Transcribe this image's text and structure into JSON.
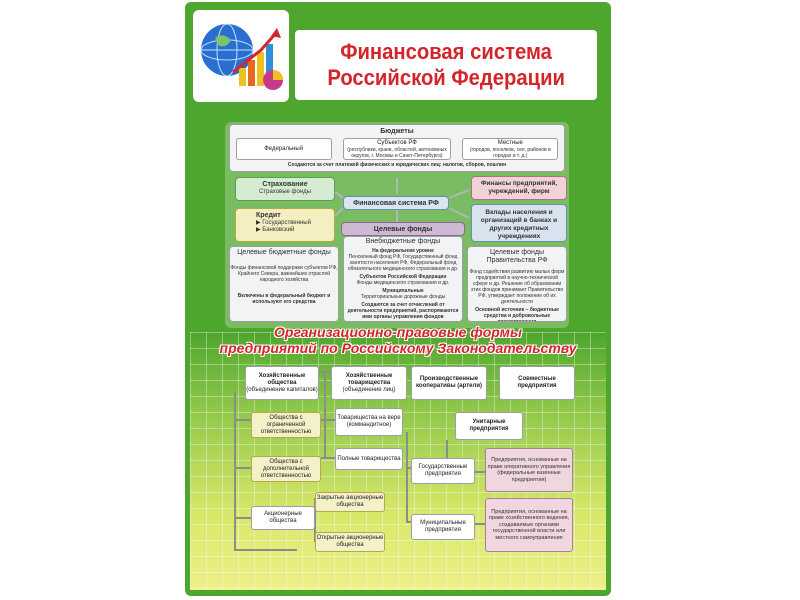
{
  "title": {
    "line1": "Финансовая система",
    "line2": "Российской Федерации"
  },
  "budgets": {
    "header": "Бюджеты",
    "federal": "Федеральный",
    "subjects": "Субъектов РФ",
    "subjects_note": "(республики, краев, областей, автономных округов, г. Москвы и Санкт-Петербурга)",
    "local": "Местные",
    "local_note": "(городов, поселков, сел, районов в городах и т. д.)",
    "footer": "Создаются за счет платежей физических и юридических лиц: налогов, сборов, пошлин"
  },
  "insurance": {
    "header": "Страхование",
    "sub": "Страховые фонды"
  },
  "credit": {
    "header": "Кредит",
    "item1": "Государственный",
    "item2": "Банковский"
  },
  "center": "Финансовая система РФ",
  "finances": "Финансы предприятий, учреждений, фирм",
  "deposits": "Вклады населения и организаций в банках и других кредитных учреждениях",
  "target": {
    "header": "Целевые фонды",
    "left": {
      "title": "Целевые бюджетные фонды",
      "text": "Фонды финансовой поддержки субъектов РФ, Крайнего Севера, важнейших отраслей народного хозяйства",
      "footer": "Включены в федеральный бюджет и используют его средства"
    },
    "middle": {
      "title": "Внебюджетные фонды",
      "level1": "На федеральном уровне",
      "text1": "Пенсионный фонд РФ, Государственный фонд занятости населения РФ, Федеральный фонд обязательного медицинского страхования и др.",
      "level2": "Субъектов Российской Федерации",
      "text2": "Фонды медицинского страхования и др.",
      "level3": "Муниципальные",
      "text3": "Территориальные дорожные фонды",
      "footer": "Создаются за счет отчислений от деятельности предприятий, распоряжаются ими органы управления фондов"
    },
    "right": {
      "title": "Целевые фонды Правительства РФ",
      "text": "Фонд содействия развитию малых форм предприятий в научно-технической сфере и др. Решение об образовании этих фондов принимает Правительство РФ, утверждает положение об их деятельности",
      "footer": "Основной источник – бюджетные средства и добровольные пожертвования"
    }
  },
  "section2": {
    "line1": "Организационно-правовые формы",
    "line2": "предприятий по Российскому Законодательству"
  },
  "forms": {
    "economic_societies": {
      "title": "Хозяйственные общества",
      "note": "(объединение капиталов)"
    },
    "economic_partnerships": {
      "title": "Хозяйственные товарищества",
      "note": "(объединение лиц)"
    },
    "cooperatives": "Производственные кооперативы (артели)",
    "joint": "Совместные предприятия",
    "llc": "Общества с ограниченной ответственностью",
    "alc": "Общества с дополнительной ответственностью",
    "joint_stock": "Акционерные общества",
    "closed_jsc": "Закрытые акционерные общества",
    "open_jsc": "Открытые акционерные общества",
    "limited_partnership": "Товарищества на вере (коммандитное)",
    "full_partnership": "Полные товарищества",
    "unitary": "Унитарные предприятия",
    "state": "Государственные предприятия",
    "municipal": "Муниципальные предприятия",
    "operative": "Предприятия, основанные на праве оперативного управления (федеральные казенные предприятия)",
    "economic": "Предприятия, основанные на праве хозяйственного ведения, создаваемые органами государственной власти или местного самоуправления"
  }
}
